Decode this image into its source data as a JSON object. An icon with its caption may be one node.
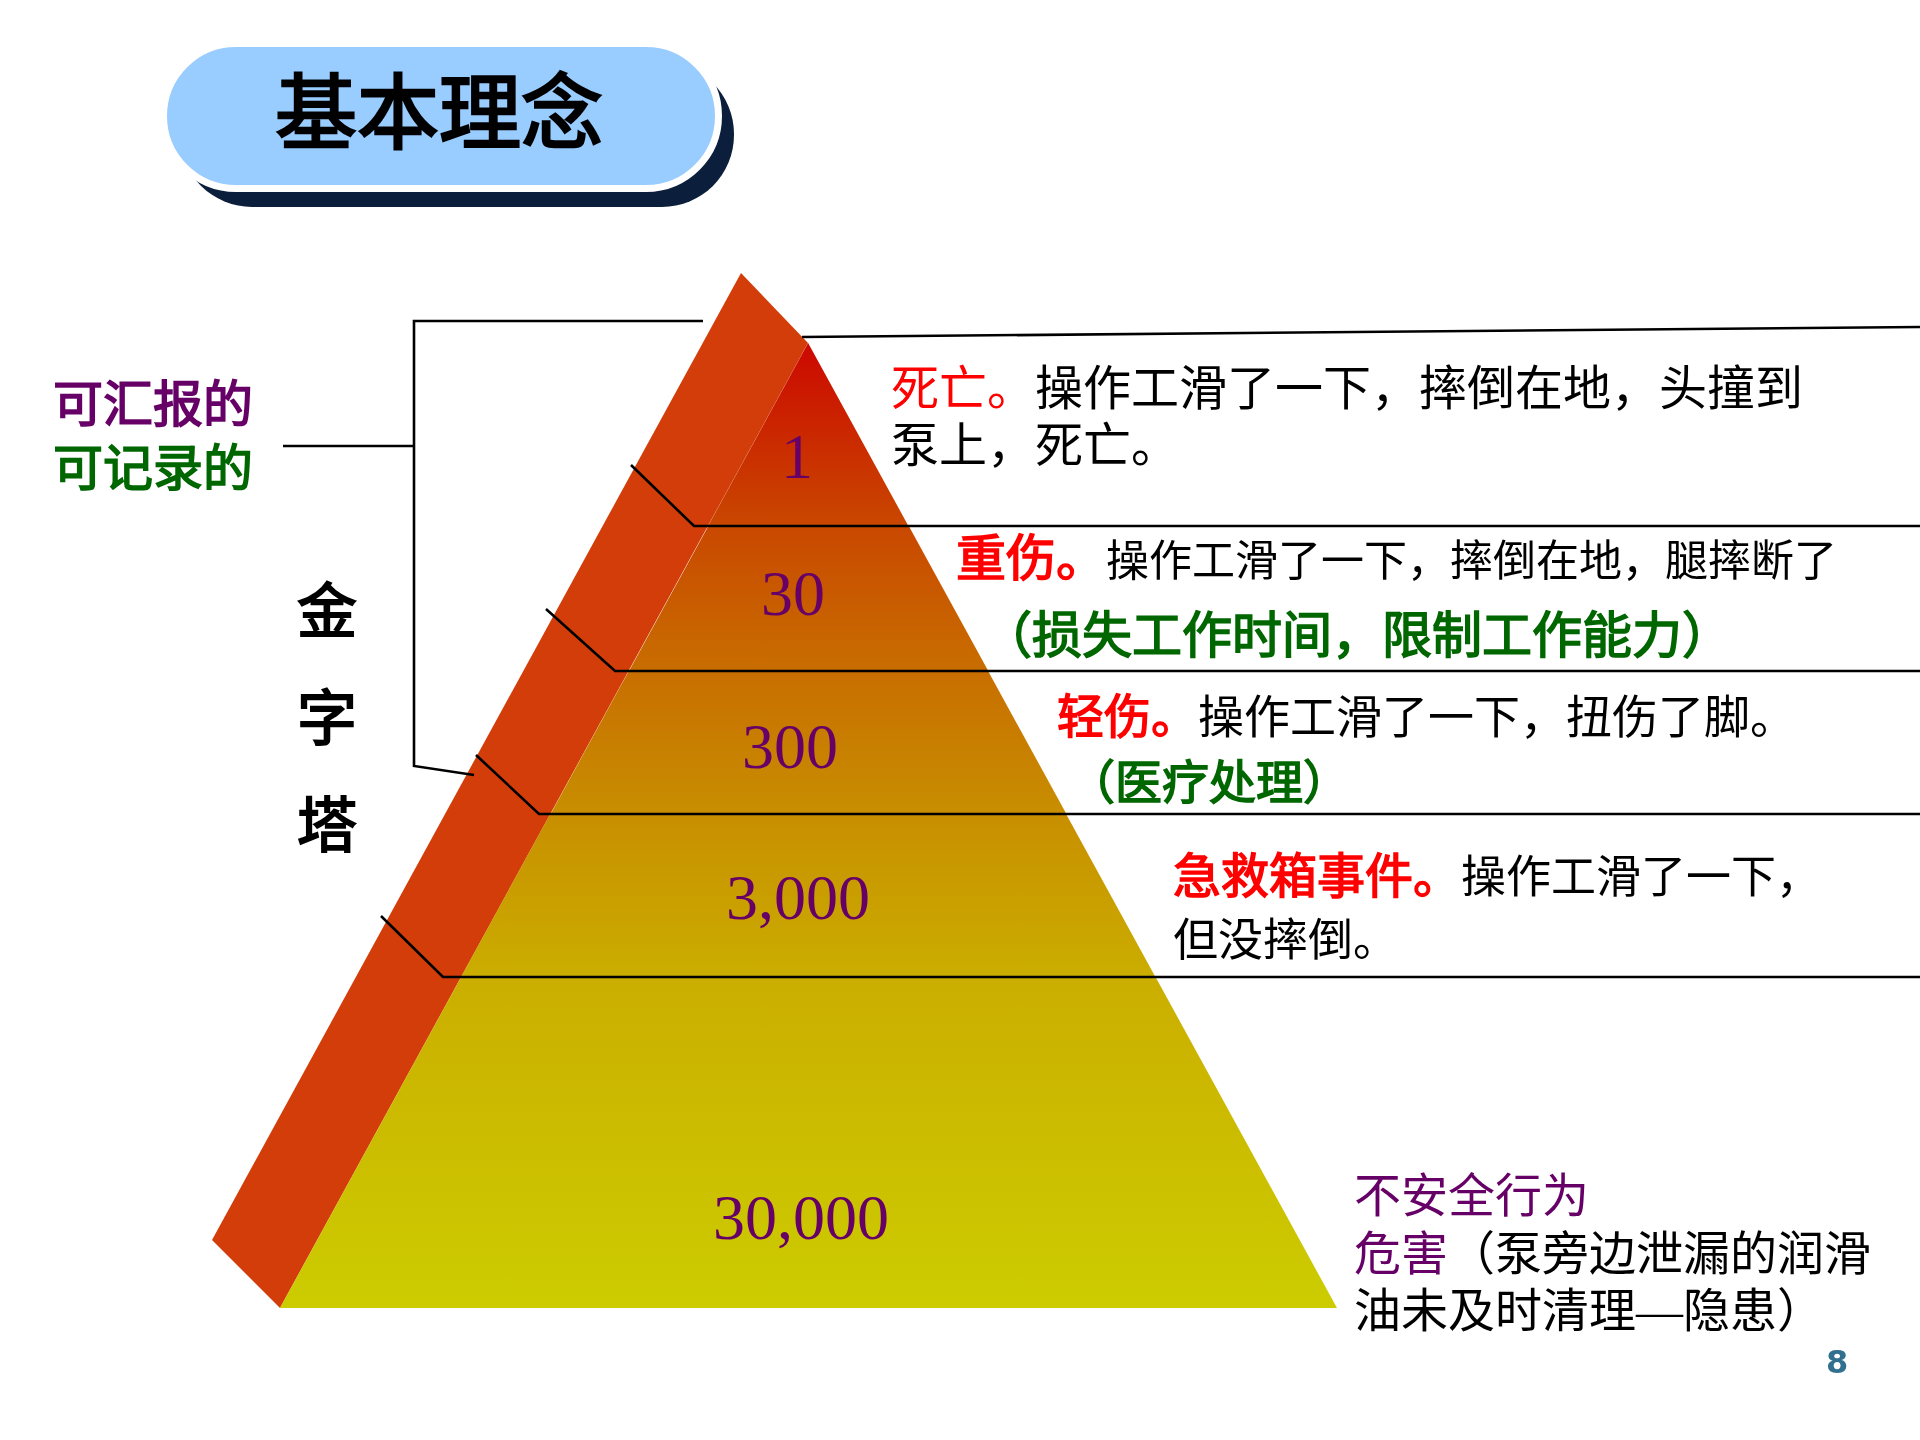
{
  "diagram": {
    "title": "基本理念",
    "nodes": [
      {
        "text": [
          "1"
        ],
        "beside": [
          "死亡。",
          "操作工滑了一下，摔倒在地，头撞到泵上，死亡。"
        ]
      },
      {
        "text": [
          "30"
        ],
        "beside": [
          "重伤。",
          "操作工滑了一下，摔倒在地，腿摔断了",
          "（损失工作时间，限制工作能力）"
        ]
      },
      {
        "text": [
          "300"
        ],
        "beside": [
          "轻伤。",
          "操作工滑了一下，扭伤了脚。",
          "（医疗处理）"
        ]
      },
      {
        "text": [
          "3,000"
        ],
        "beside": [
          "急救箱事件。",
          "操作工滑了一下，但没摔倒。"
        ]
      },
      {
        "text": [
          "30,000"
        ],
        "beside": [
          "不安全行为",
          "危害",
          "（泵旁边泄漏的润滑油未及时清理—隐患）"
        ]
      }
    ],
    "labels": [
      "可汇报的",
      "可记录的",
      "金字塔",
      "8"
    ]
  }
}
